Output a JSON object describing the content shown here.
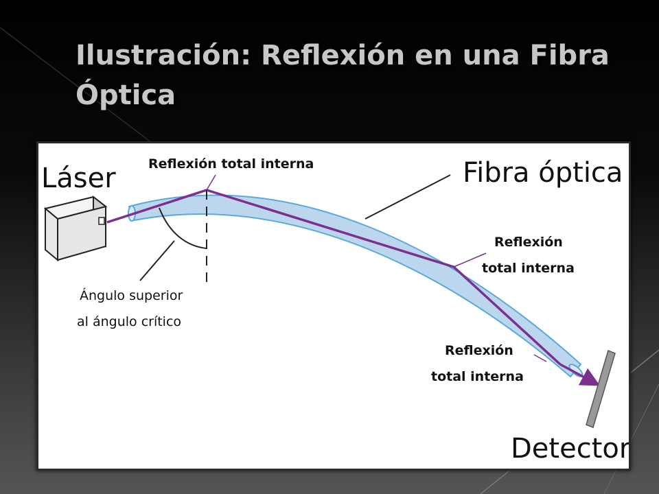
{
  "slide": {
    "title": "Ilustración: Reflexión en una Fibra Óptica"
  },
  "diagram": {
    "laser_label": "Láser",
    "fiber_label": "Fibra óptica",
    "detector_label": "Detector",
    "reflection_top": "Reflexión total interna",
    "reflection_mid_line1": "Reflexión",
    "reflection_mid_line2": "total interna",
    "reflection_low_line1": "Reflexión",
    "reflection_low_line2": "total interna",
    "angle_line1": "Ángulo superior",
    "angle_line2": "al ángulo crítico"
  },
  "colors": {
    "fiber_fill": "#bcd6ee",
    "fiber_edge": "#5aa9da",
    "beam": "#7b2f8e",
    "laser_body": "#e6e6e6"
  },
  "icons": [
    "laser-device-icon",
    "detector-plate-icon"
  ]
}
